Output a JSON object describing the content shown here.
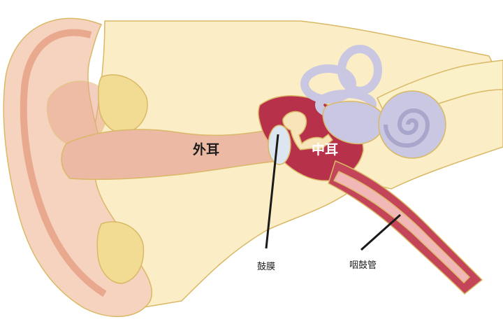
{
  "labels": {
    "outer_ear": "外耳",
    "middle_ear": "中耳",
    "eardrum": "鼓膜",
    "eustachian_tube": "咽鼓管"
  },
  "colors": {
    "skin": "#f6d3bf",
    "skin_dark": "#e9a98f",
    "canal": "#ecb9a4",
    "bone": "#fbedc6",
    "bone_dark": "#f2dc93",
    "bone_outline": "#d9b866",
    "middle_ear": "#b8314a",
    "ossicles": "#f7e4b8",
    "eardrum": "#dde6f0",
    "cochlea": "#c9c7e2",
    "cochlea_dark": "#a9a6cc",
    "nerve": "#faf1c9",
    "tube": "#f2b7b7",
    "tube_wall": "#c44459",
    "label_dark": "#1c1c1c",
    "label_light": "#ffffff",
    "leader": "#1a1a1a"
  }
}
